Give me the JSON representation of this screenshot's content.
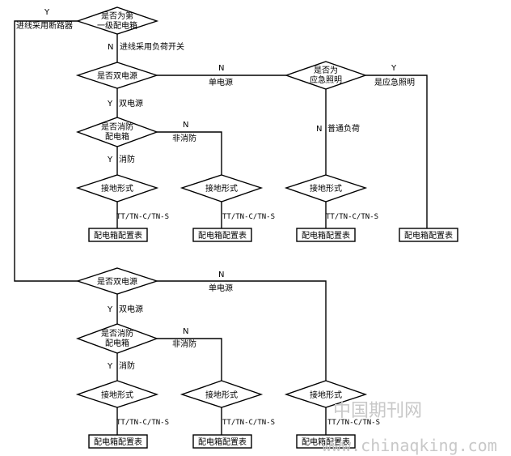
{
  "diagram": {
    "decisions": {
      "first_box": [
        "是否为第",
        "一级配电箱"
      ],
      "dual_power": "是否双电源",
      "emergency": [
        "是否为",
        "应急照明"
      ],
      "fire_box": [
        "是否消防",
        "配电箱"
      ],
      "grounding": "接地形式"
    },
    "labels": {
      "yes": "Y",
      "no": "N",
      "breaker": "进线采用断路器",
      "load_switch": "进线采用负荷开关",
      "single_power": "单电源",
      "dual": "双电源",
      "is_emergency": "是应急照明",
      "normal_load": "普通负荷",
      "fire": "消防",
      "non_fire": "非消防",
      "grounding_types": "TT/TN-C/TN-S"
    },
    "result_box": "配电箱配置表"
  },
  "watermark": {
    "cn": "中国期刊网",
    "url": "www.chinaqking.com"
  }
}
